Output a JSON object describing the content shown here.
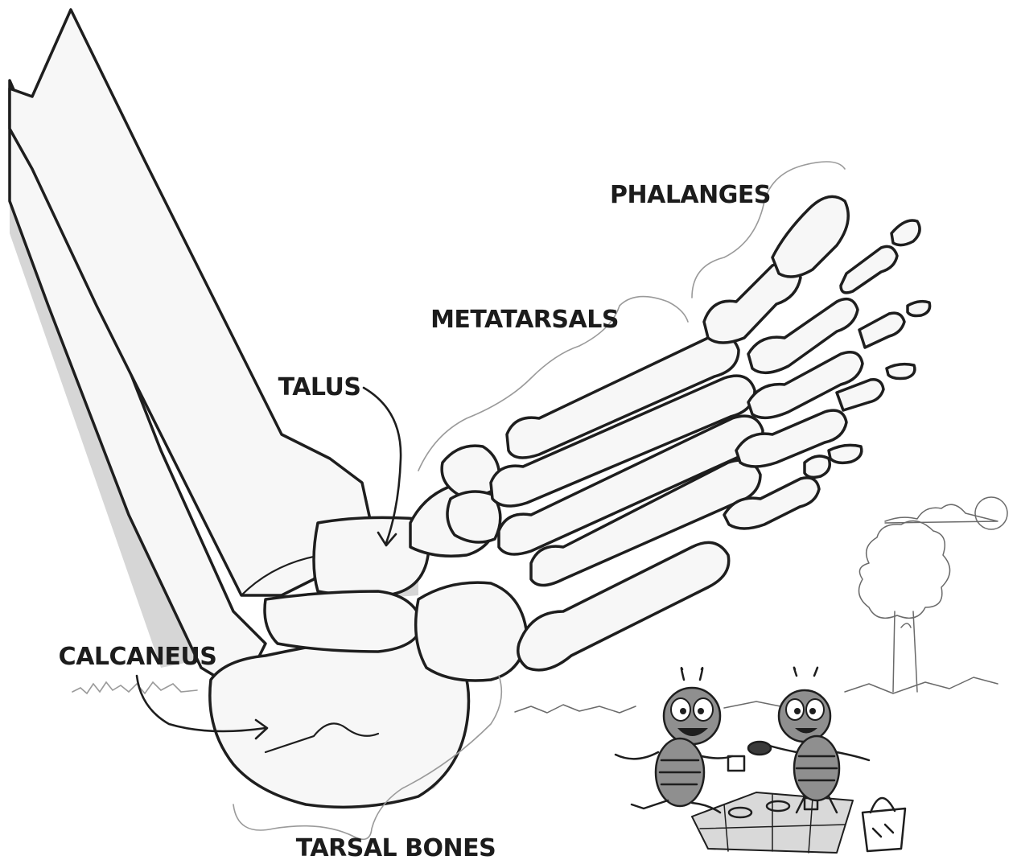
{
  "labels": {
    "phalanges": "PHALANGES",
    "metatarsals": "METATARSALS",
    "talus": "TALUS",
    "calcaneus": "CALCANEUS",
    "tarsal_bones": "TARSAL BONES"
  },
  "colors": {
    "ink": "#1e1e1e",
    "bone_fill": "#f7f7f7",
    "bone_shade": "#d6d6d6",
    "leader": "#9a9a9a",
    "bug_body": "#8f8f8f"
  }
}
